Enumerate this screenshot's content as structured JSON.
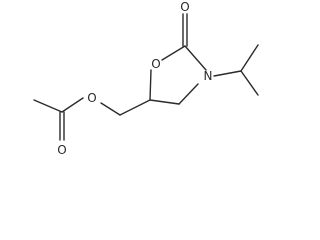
{
  "molecule": {
    "atoms": {
      "o_carbonyl_top": "O",
      "o_ring": "O",
      "n_ring": "N",
      "o_ester": "O",
      "o_acetyl": "O"
    }
  }
}
